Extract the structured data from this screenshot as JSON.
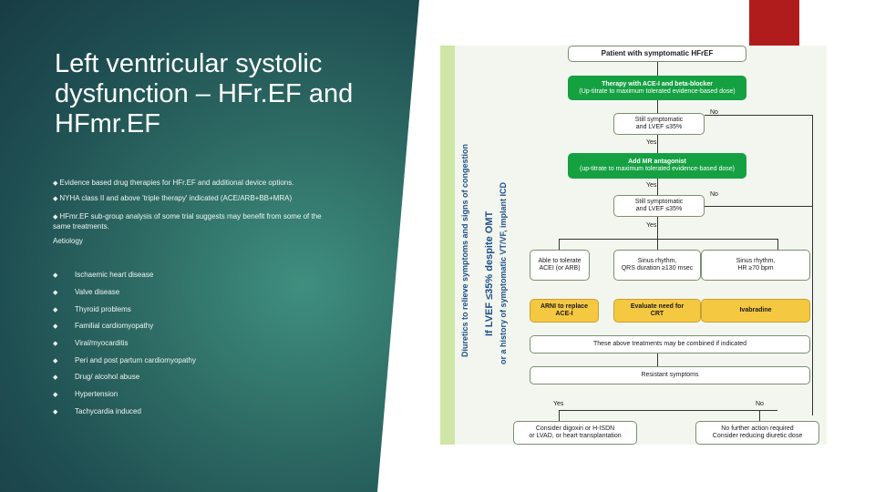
{
  "slide": {
    "title": "Left ventricular systolic dysfunction – HFr.EF and HFmr.EF",
    "paragraphs": [
      "Evidence based drug therapies for HFr.EF and additional device options.",
      "NYHA class II and above 'triple therapy' indicated (ACE/ARB+BB+MRA)",
      "HFmr.EF sub-group analysis of some trial suggests may benefit from some of the same treatments."
    ],
    "aetiology_heading": "Aetiology",
    "aetiology": [
      "Ischaemic heart disease",
      "Valve disease",
      "Thyroid problems",
      "Familial cardiomyopathy",
      "Viral/myocarditis",
      "Peri and post partum cardiomyopathy",
      "Drug/ alcohol abuse",
      "Hypertension",
      "Tachycardia induced"
    ],
    "bullet_glyph": "◆",
    "colors": {
      "accent": "#b01c1c",
      "panel": "#2f6e66",
      "green": "#15a042",
      "yellow": "#f5c842"
    }
  },
  "flowchart": {
    "vertical_left": "Diuretics to relieve symptoms and signs of congestion",
    "vertical_mid_1": "If LVEF ≤35% despite OMT",
    "vertical_mid_2": "or a history of symptomatic VT/VF, implant ICD",
    "n_patient": "Patient with symptomatic",
    "n_patient_b": "HFrEF",
    "n_therapy_1": "Therapy with ACE-I and beta-blocker",
    "n_therapy_2": "(Up-titrate to maximum tolerated evidence-based dose)",
    "n_still1_a": "Still symptomatic",
    "n_still1_b": "and LVEF ≤35%",
    "n_mra_1": "Add MR antagonist",
    "n_mra_2": "(up-titrate to maximum tolerated evidence-based dose)",
    "n_still2_a": "Still symptomatic",
    "n_still2_b": "and LVEF ≤35%",
    "n_acei_a": "Able to tolerate",
    "n_acei_b": "ACEI (or ARB)",
    "n_sinus1_a": "Sinus rhythm,",
    "n_sinus1_b": "QRS duration ≥130 msec",
    "n_sinus2_a": "Sinus rhythm,",
    "n_sinus2_b": "HR ≥70 bpm",
    "n_arni_a": "ARNI to replace",
    "n_arni_b": "ACE-I",
    "n_crt_a": "Evaluate need for",
    "n_crt_b": "CRT",
    "n_ivab": "Ivabradine",
    "n_combined": "These above treatments may be combined if indicated",
    "n_resistant": "Resistant symptoms",
    "n_digoxin_a": "Consider digoxin or H-ISDN",
    "n_digoxin_b": "or LVAD, or heart transplantation",
    "n_noaction_a": "No further action required",
    "n_noaction_b": "Consider reducing diuretic dose",
    "lbl_no": "No",
    "lbl_yes": "Yes"
  }
}
